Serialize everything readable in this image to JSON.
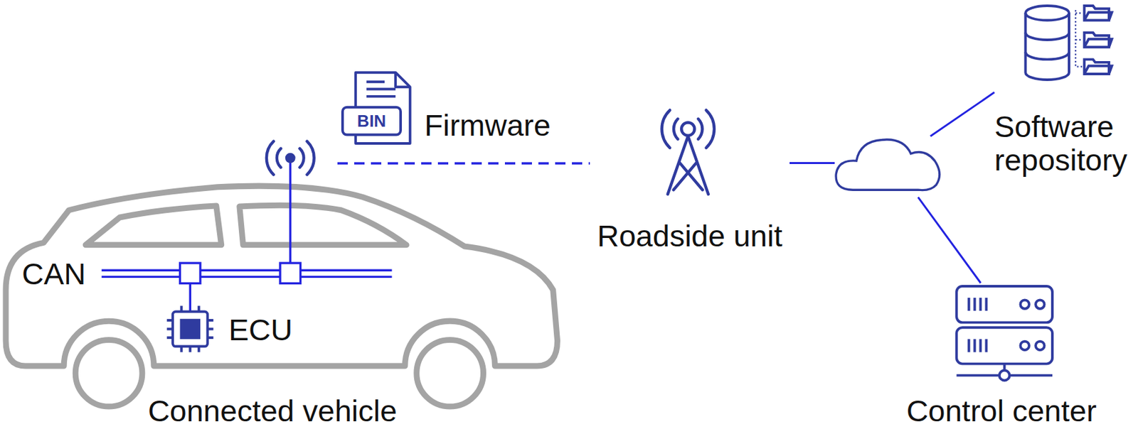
{
  "diagram": {
    "nodes": [
      {
        "text": [
          "Connected vehicle"
        ]
      },
      {
        "text": [
          "ECU"
        ],
        "in": 0
      },
      {
        "text": [
          "Roadside unit"
        ]
      },
      {
        "text": [
          "Software repository"
        ]
      },
      {
        "text": [
          "Control center"
        ]
      }
    ],
    "edges": [
      {
        "from": 0,
        "to": 2,
        "arrow": "none"
      },
      {
        "from": 2,
        "to": 3,
        "arrow": "none"
      },
      {
        "from": 2,
        "to": 4,
        "arrow": "none"
      }
    ],
    "labels": [
      "CAN",
      "BIN",
      "Firmware"
    ]
  }
}
